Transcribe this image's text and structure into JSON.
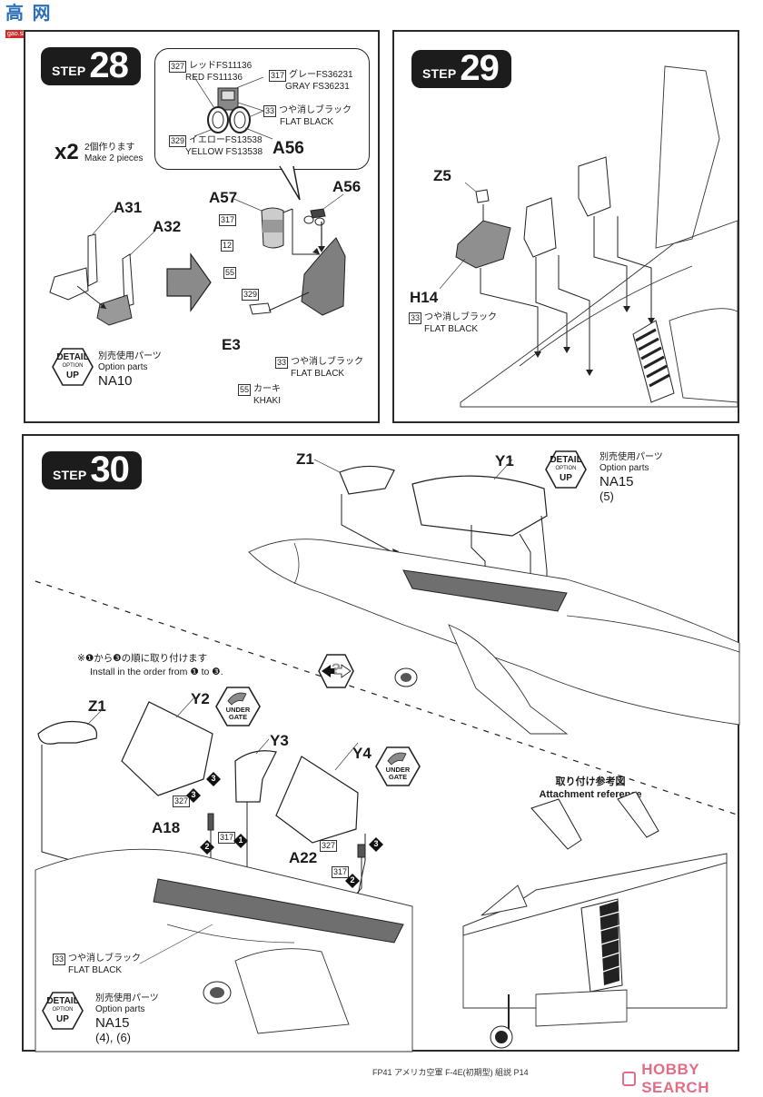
{
  "watermark": {
    "chars": "高 网",
    "url_text": "gao.shou.com"
  },
  "step28": {
    "badge": {
      "word": "STEP",
      "number": "28"
    },
    "multiplier": {
      "label": "x2",
      "jp": "2個作ります",
      "en": "Make 2 pieces"
    },
    "callout": {
      "colors": [
        {
          "code": "327",
          "jp": "レッドFS11136",
          "en": "RED FS11136"
        },
        {
          "code": "317",
          "jp": "グレーFS36231",
          "en": "GRAY FS36231"
        },
        {
          "code": "33",
          "jp": "つや消しブラック",
          "en": "FLAT BLACK"
        },
        {
          "code": "329",
          "jp": "イエローFS13538",
          "en": "YELLOW FS13538"
        }
      ],
      "part": "A56"
    },
    "parts": {
      "a31": "A31",
      "a32": "A32",
      "a57": "A57",
      "a56": "A56",
      "e3": "E3"
    },
    "color_codes": {
      "c317": "317",
      "c12": "12",
      "c55": "55",
      "c329": "329"
    },
    "flat_black": {
      "code": "33",
      "jp": "つや消しブラック",
      "en": "FLAT BLACK"
    },
    "khaki": {
      "code": "55",
      "jp": "カーキ",
      "en": "KHAKI"
    },
    "detail_badge": {
      "top": "DETAIL",
      "mid": "OPTION",
      "bottom": "UP"
    },
    "option": {
      "jp": "別売使用パーツ",
      "en": "Option parts",
      "code": "NA10"
    }
  },
  "step29": {
    "badge": {
      "word": "STEP",
      "number": "29"
    },
    "parts": {
      "z5": "Z5",
      "h14": "H14"
    },
    "flat_black": {
      "code": "33",
      "jp": "つや消しブラック",
      "en": "FLAT BLACK"
    }
  },
  "step30": {
    "badge": {
      "word": "STEP",
      "number": "30"
    },
    "parts": {
      "z1_top": "Z1",
      "y1": "Y1",
      "z1": "Z1",
      "y2": "Y2",
      "y3": "Y3",
      "y4": "Y4",
      "a18": "A18",
      "a22": "A22"
    },
    "detail_badge": {
      "top": "DETAIL",
      "mid": "OPTION",
      "bottom": "UP"
    },
    "option_top": {
      "jp": "別売使用パーツ",
      "en": "Option parts",
      "code": "NA15",
      "sub": "(5)"
    },
    "option_bottom": {
      "jp": "別売使用パーツ",
      "en": "Option parts",
      "code": "NA15",
      "sub": "(4), (6)"
    },
    "order_note": {
      "jp": "※❶から❸の順に取り付けます",
      "en": "Install in the order from ❶ to ❸."
    },
    "under_gate": {
      "line1": "UNDER",
      "line2": "GATE"
    },
    "seq": {
      "one": "1",
      "two": "2",
      "three": "3"
    },
    "color_codes": {
      "c327": "327",
      "c317": "317",
      "c33": "33"
    },
    "flat_black": {
      "code": "33",
      "jp": "つや消しブラック",
      "en": "FLAT BLACK"
    },
    "reference": {
      "jp": "取り付け参考図",
      "en": "Attachment reference"
    }
  },
  "footer": {
    "text": "FP41 アメリカ空軍 F-4E(初期型) 組説 P14",
    "brand": "HOBBY SEARCH"
  },
  "colors": {
    "ink": "#1a1a1a",
    "badge_bg": "#1c1c1c",
    "gray_fill": "#8a8a8a",
    "brand_pink": "#e36c86"
  }
}
